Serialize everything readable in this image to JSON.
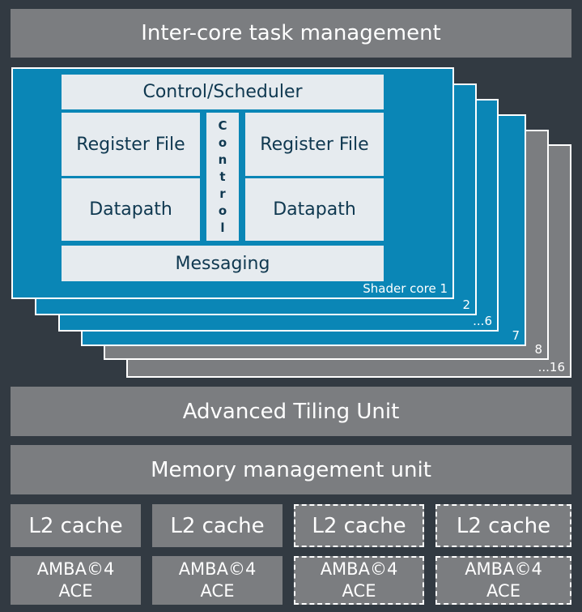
{
  "top_bar": {
    "label": "Inter-core task management"
  },
  "shader_core": {
    "control_scheduler": "Control/Scheduler",
    "register_file_left": "Register File",
    "register_file_right": "Register File",
    "datapath_left": "Datapath",
    "datapath_right": "Datapath",
    "control_letters": [
      "C",
      "o",
      "n",
      "t",
      "r",
      "o",
      "l"
    ],
    "messaging": "Messaging",
    "core_label": "Shader core 1"
  },
  "stack_labels": [
    "2",
    "...6",
    "7",
    "8",
    "...16"
  ],
  "tiling_bar": {
    "label": "Advanced Tiling Unit"
  },
  "mmu_bar": {
    "label": "Memory management unit"
  },
  "cache_blocks": [
    {
      "l2": "L2 cache",
      "amba": "AMBA©4",
      "ace": "ACE"
    },
    {
      "l2": "L2 cache",
      "amba": "AMBA©4",
      "ace": "ACE"
    },
    {
      "l2": "L2 cache",
      "amba": "AMBA©4",
      "ace": "ACE"
    },
    {
      "l2": "L2 cache",
      "amba": "AMBA©4",
      "ace": "ACE"
    }
  ],
  "colors": {
    "background": "#323a42",
    "bar": "#7b7d80",
    "core_blue": "#0a86b6",
    "inner": "#e6ebef",
    "text_dark": "#0f3850"
  }
}
